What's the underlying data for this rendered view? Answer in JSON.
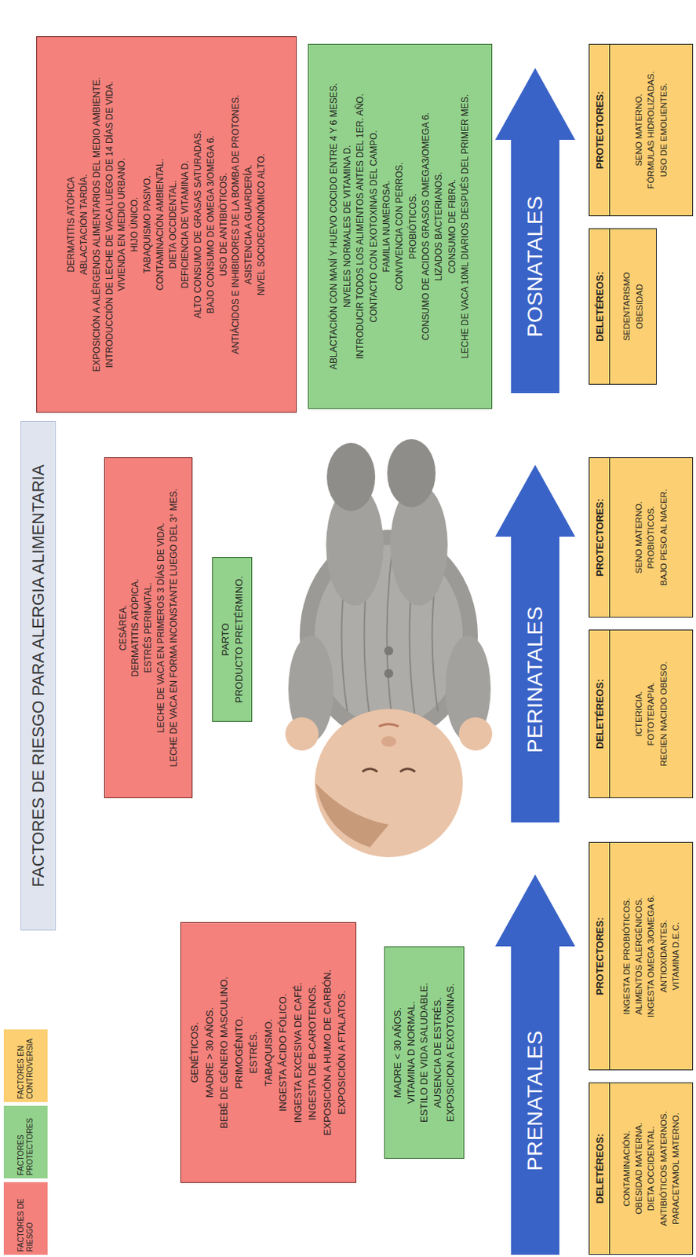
{
  "diagram": {
    "title": "FACTORES DE RIESGO PARA ALERGIA ALIMENTARIA",
    "nodes": [
      {
        "text": [
          "GENÉTICOS.",
          "MADRE > 30 AÑOS.",
          "BEBÉ DE GÉNERO MASCULINO.",
          "PRIMOGÉNITO.",
          "ESTRÉS.",
          "TABAQUISMO.",
          "INGESTA ÁCIDO FÓLICO.",
          "INGESTA EXCESIVA DE CAFÉ.",
          "INGESTA DE B-CAROTENOS.",
          "EXPOSICIÓN A HUMO DE CARBÓN.",
          "EXPOSICIÓN A FTALATOS."
        ]
      },
      {
        "text": [
          "MADRE < 30 AÑOS.",
          "VITAMINA D NORMAL.",
          "ESTILO DE VIDA SALUDABLE.",
          "AUSENCIA DE ESTRÉS.",
          "EXPOSICION A EXOTOXINAS."
        ]
      },
      {
        "text": [
          "PRENATALES"
        ]
      },
      {
        "text": [
          "DELETÉREOS:",
          "CONTAMINACIÓN.",
          "OBESIDAD MATERNA.",
          "DIETA OCCIDENTAL.",
          "ANTIBIÓTICOS MATERNOS.",
          "PARACETAMOL MATERNO."
        ]
      },
      {
        "text": [
          "PROTECTORES:",
          "INGESTA DE PROBIÓTICOS.",
          "ALIMENTOS ALERGÉNICOS.",
          "INGESTA OMEGA 3/OMEGA 6.",
          "ANTIOXIDANTES.",
          "VITAMINA D.E.C."
        ]
      },
      {
        "text": [
          "CESÁREA.",
          "DERMATITIS ATÓPICA.",
          "ESTRÉS PERINATAL.",
          "LECHE DE VACA EN PRIMEROS 3 DÍAS DE VIDA.",
          "LECHE DE VACA EN FORMA INCONSTANTE LUEGO DEL 3° MES."
        ]
      },
      {
        "text": [
          "PARTO",
          "PRODUCTO PRETÉRMINO."
        ]
      },
      {
        "text": [
          "PERINATALES"
        ]
      },
      {
        "text": [
          "DELETÉREOS:",
          "ICTERICIA.",
          "FOTOTERAPIA.",
          "RECIEN NACIDO OBESO."
        ]
      },
      {
        "text": [
          "PROTECTORES:",
          "SENO MATERNO.",
          "PROBIÓTICOS.",
          "BAJO PESO AL NACER."
        ]
      },
      {
        "text": [
          "DERMATITIS ATÓPICA",
          "ABLACTACIÓN TARDÍA.",
          "EXPOSICIÓN A ALÉRGENOS ALIMENTARIOS DEL MEDIO AMBIENTE.",
          "INTRODUCCIÓN DE LECHE DE VACA LUEGO DE 14 DÍAS DE VIDA.",
          "VIVIENDA EN MEDIO URBANO.",
          "HIJO ÚNICO.",
          "TABAQUISMO PASIVO.",
          "CONTAMINACIÓN AMBIENTAL.",
          "DIETA OCCIDENTAL.",
          "DEFICIENCIA DE VITAMINA D.",
          "ALTO CONSUMO DE GRASAS SATURADAS.",
          "BAJO CONSUMO DE OMEGA 3/OMEGA 6.",
          "USO DE ANTIBIÓTICOS.",
          "ANTIÁCIDOS E INHIBIDORES DE LA BOMBA DE PROTONES.",
          "ASISTENCIA A GUARDERÍA.",
          "NIVEL SOCIOECONÓMICO ALTO."
        ]
      },
      {
        "text": [
          "ABLACTACIÓN CON MANÍ Y HUEVO COCIDO ENTRE 4 Y 6 MESES.",
          "NIVELES NORMALES DE VITAMINA D.",
          "INTRODUCIR TODOS LOS ALIMENTOS ANTES DEL 1ER. AÑO.",
          "CONTACTO CON EXOTOXINAS DEL CAMPO.",
          "FAMILIA NUMEROSA.",
          "CONVIVENCIA CON PERROS.",
          "PROBIÓTICOS.",
          "CONSUMO DE ACIDOS GRASOS OMEGA3/OMEGA 6.",
          "LIZADOS BACTERIANOS.",
          "CONSUMO DE FIBRA.",
          "LECHE DE VACA 10ML DIARIOS DESPUÉS DEL PRIMER MES."
        ]
      },
      {
        "text": [
          "POSNATALES"
        ]
      },
      {
        "text": [
          "DELETÉREOS:",
          "SEDENTARISMO",
          "OBESIDAD"
        ]
      },
      {
        "text": [
          "PROTECTORES:",
          "SENO MATERNO.",
          "FÓRMULAS HIDROLIZADAS.",
          "USO DE EMOLIENTES."
        ]
      }
    ],
    "legend": [
      {
        "text": "FACTORES DE RIESGO",
        "color": "#f4817c"
      },
      {
        "text": "FACTORES PROTECTORES",
        "color": "#93d28c"
      },
      {
        "text": "FACTORES EN CONTROVERSIA",
        "color": "#fccf72"
      }
    ]
  }
}
